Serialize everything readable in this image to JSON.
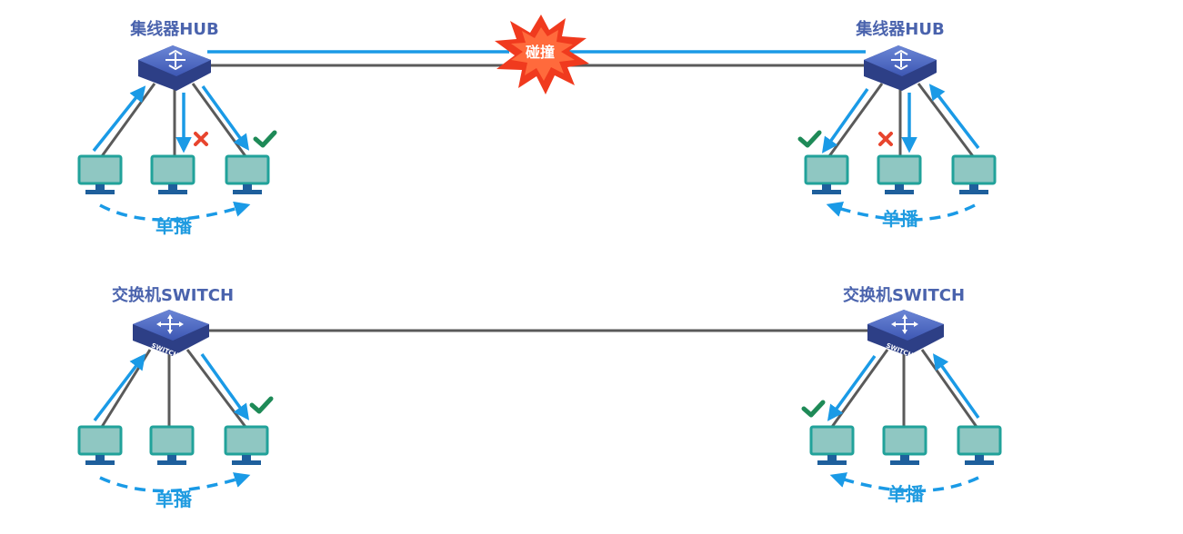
{
  "labels": {
    "hub": "集线器HUB",
    "switch": "交换机SWITCH",
    "unicast": "单播",
    "collision": "碰撞",
    "switch_badge": "SWITCH"
  },
  "colors": {
    "label_purple": "#4a63ad",
    "flow_blue": "#1a9ae6",
    "cable_gray": "#5a5a5a",
    "pc_fill": "#8fc7c2",
    "pc_frame": "#21a29a",
    "pc_base": "#1e5f9c",
    "check_green": "#1e8a57",
    "cross_red": "#e8452e",
    "burst_red": "#f03a1e"
  },
  "icons": {
    "hub": "hub-icon",
    "switch": "switch-icon",
    "pc": "monitor-icon",
    "ok": "check-icon",
    "fail": "cross-icon",
    "collision": "starburst-icon"
  }
}
